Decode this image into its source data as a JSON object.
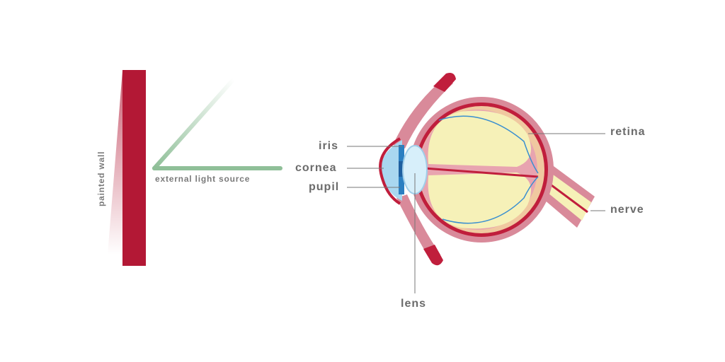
{
  "labels": {
    "painted_wall": "painted wall",
    "light_source": "external light source",
    "iris": "iris",
    "cornea": "cornea",
    "pupil": "pupil",
    "lens": "lens",
    "retina": "retina",
    "nerve": "nerve"
  },
  "colors": {
    "wall": "#b31835",
    "light": "#8fbf98",
    "sclera": "#d98a9a",
    "choroid": "#c01e3c",
    "vitreous": "#f6f1b8",
    "cornea": "#a9d7f0",
    "label": "#6b6b6b"
  }
}
